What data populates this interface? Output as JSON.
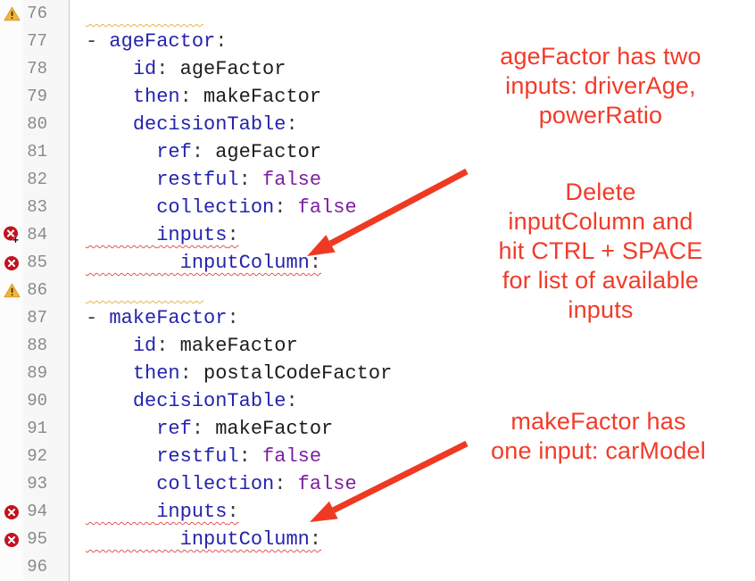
{
  "colors": {
    "annotation_red": "#f23b29",
    "arrow_red": "#ee3a23",
    "key_blue": "#2424ac",
    "bool_purple": "#7d1fa0",
    "line_number_gray": "#8a8a8a",
    "error_red": "#c2131e",
    "warning_amber": "#f3b43d",
    "squiggle_error": "#e25555",
    "squiggle_warning": "#e0b54f"
  },
  "code_editor": {
    "language": "yaml",
    "lines": [
      {
        "num": "76",
        "icon": "warning-icon",
        "squiggle": "warning",
        "parts": [
          {
            "t": "          ",
            "c": "plain"
          }
        ]
      },
      {
        "num": "77",
        "icon": null,
        "squiggle": null,
        "parts": [
          {
            "t": "- ",
            "c": "punct"
          },
          {
            "t": "ageFactor",
            "c": "key"
          },
          {
            "t": ":",
            "c": "punct"
          }
        ]
      },
      {
        "num": "78",
        "icon": null,
        "squiggle": null,
        "parts": [
          {
            "t": "    ",
            "c": "plain"
          },
          {
            "t": "id",
            "c": "key"
          },
          {
            "t": ": ",
            "c": "punct"
          },
          {
            "t": "ageFactor",
            "c": "plain"
          }
        ]
      },
      {
        "num": "79",
        "icon": null,
        "squiggle": null,
        "parts": [
          {
            "t": "    ",
            "c": "plain"
          },
          {
            "t": "then",
            "c": "key"
          },
          {
            "t": ": ",
            "c": "punct"
          },
          {
            "t": "makeFactor",
            "c": "plain"
          }
        ]
      },
      {
        "num": "80",
        "icon": null,
        "squiggle": null,
        "parts": [
          {
            "t": "    ",
            "c": "plain"
          },
          {
            "t": "decisionTable",
            "c": "key"
          },
          {
            "t": ":",
            "c": "punct"
          }
        ]
      },
      {
        "num": "81",
        "icon": null,
        "squiggle": null,
        "parts": [
          {
            "t": "      ",
            "c": "plain"
          },
          {
            "t": "ref",
            "c": "key"
          },
          {
            "t": ": ",
            "c": "punct"
          },
          {
            "t": "ageFactor",
            "c": "plain"
          }
        ]
      },
      {
        "num": "82",
        "icon": null,
        "squiggle": null,
        "parts": [
          {
            "t": "      ",
            "c": "plain"
          },
          {
            "t": "restful",
            "c": "key"
          },
          {
            "t": ": ",
            "c": "punct"
          },
          {
            "t": "false",
            "c": "bool"
          }
        ]
      },
      {
        "num": "83",
        "icon": null,
        "squiggle": null,
        "parts": [
          {
            "t": "      ",
            "c": "plain"
          },
          {
            "t": "collection",
            "c": "key"
          },
          {
            "t": ": ",
            "c": "punct"
          },
          {
            "t": "false",
            "c": "bool"
          }
        ]
      },
      {
        "num": "84",
        "icon": "error-overlay-icon",
        "squiggle": "error",
        "parts": [
          {
            "t": "      ",
            "c": "plain"
          },
          {
            "t": "inputs",
            "c": "key"
          },
          {
            "t": ":",
            "c": "punct"
          }
        ]
      },
      {
        "num": "85",
        "icon": "error-icon",
        "squiggle": "error",
        "parts": [
          {
            "t": "        ",
            "c": "plain"
          },
          {
            "t": "inputColumn",
            "c": "key"
          },
          {
            "t": ":",
            "c": "punct"
          }
        ]
      },
      {
        "num": "86",
        "icon": "warning-icon",
        "squiggle": "warning",
        "parts": [
          {
            "t": "          ",
            "c": "plain"
          }
        ]
      },
      {
        "num": "87",
        "icon": null,
        "squiggle": null,
        "parts": [
          {
            "t": "- ",
            "c": "punct"
          },
          {
            "t": "makeFactor",
            "c": "key"
          },
          {
            "t": ":",
            "c": "punct"
          }
        ]
      },
      {
        "num": "88",
        "icon": null,
        "squiggle": null,
        "parts": [
          {
            "t": "    ",
            "c": "plain"
          },
          {
            "t": "id",
            "c": "key"
          },
          {
            "t": ": ",
            "c": "punct"
          },
          {
            "t": "makeFactor",
            "c": "plain"
          }
        ]
      },
      {
        "num": "89",
        "icon": null,
        "squiggle": null,
        "parts": [
          {
            "t": "    ",
            "c": "plain"
          },
          {
            "t": "then",
            "c": "key"
          },
          {
            "t": ": ",
            "c": "punct"
          },
          {
            "t": "postalCodeFactor",
            "c": "plain"
          }
        ]
      },
      {
        "num": "90",
        "icon": null,
        "squiggle": null,
        "parts": [
          {
            "t": "    ",
            "c": "plain"
          },
          {
            "t": "decisionTable",
            "c": "key"
          },
          {
            "t": ":",
            "c": "punct"
          }
        ]
      },
      {
        "num": "91",
        "icon": null,
        "squiggle": null,
        "parts": [
          {
            "t": "      ",
            "c": "plain"
          },
          {
            "t": "ref",
            "c": "key"
          },
          {
            "t": ": ",
            "c": "punct"
          },
          {
            "t": "makeFactor",
            "c": "plain"
          }
        ]
      },
      {
        "num": "92",
        "icon": null,
        "squiggle": null,
        "parts": [
          {
            "t": "      ",
            "c": "plain"
          },
          {
            "t": "restful",
            "c": "key"
          },
          {
            "t": ": ",
            "c": "punct"
          },
          {
            "t": "false",
            "c": "bool"
          }
        ]
      },
      {
        "num": "93",
        "icon": null,
        "squiggle": null,
        "parts": [
          {
            "t": "      ",
            "c": "plain"
          },
          {
            "t": "collection",
            "c": "key"
          },
          {
            "t": ": ",
            "c": "punct"
          },
          {
            "t": "false",
            "c": "bool"
          }
        ]
      },
      {
        "num": "94",
        "icon": "error-icon",
        "squiggle": "error",
        "parts": [
          {
            "t": "      ",
            "c": "plain"
          },
          {
            "t": "inputs",
            "c": "key"
          },
          {
            "t": ":",
            "c": "punct"
          }
        ]
      },
      {
        "num": "95",
        "icon": "error-icon",
        "squiggle": "error",
        "parts": [
          {
            "t": "        ",
            "c": "plain"
          },
          {
            "t": "inputColumn",
            "c": "key"
          },
          {
            "t": ":",
            "c": "punct"
          }
        ]
      },
      {
        "num": "96",
        "icon": null,
        "squiggle": null,
        "parts": []
      }
    ]
  },
  "annotations": [
    {
      "lines": [
        "ageFactor has two",
        "inputs: driverAge,",
        "powerRatio"
      ]
    },
    {
      "lines": [
        "Delete",
        "inputColumn and",
        "hit CTRL + SPACE",
        "for list of available",
        "inputs"
      ]
    },
    {
      "lines": [
        "makeFactor has",
        "one input: carModel"
      ]
    }
  ]
}
